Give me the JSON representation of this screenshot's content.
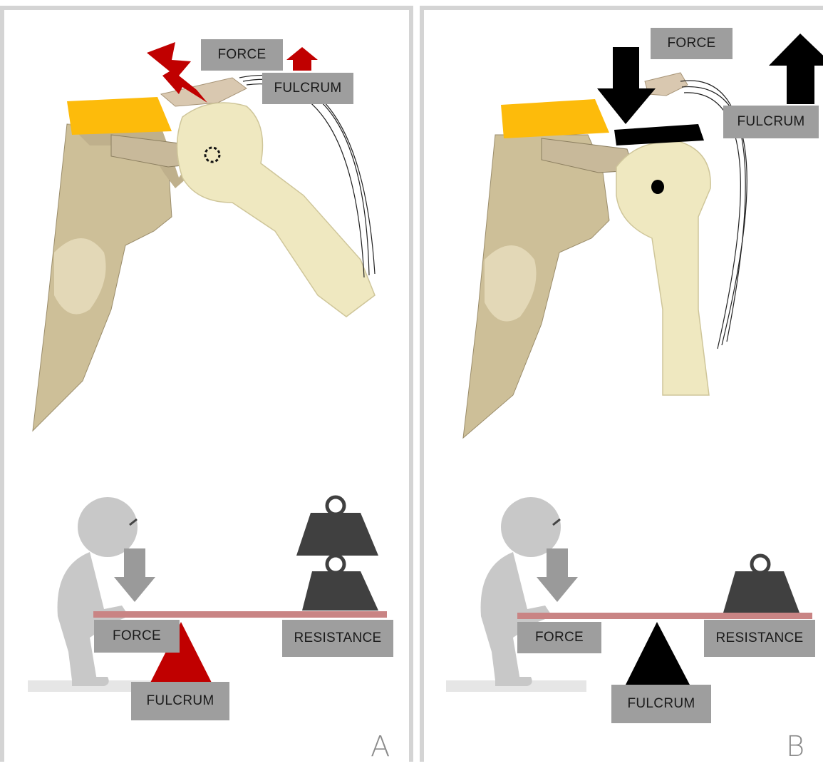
{
  "panels": [
    {
      "id": "A",
      "letter": "A",
      "top_labels": {
        "force": "FORCE",
        "fulcrum": "FULCRUM"
      },
      "lever_labels": {
        "force": "FORCE",
        "resistance": "RESISTANCE",
        "fulcrum": "FULCRUM"
      },
      "fulcrum_color": "#c00000",
      "arrow_color": "#c00000",
      "weights": 2
    },
    {
      "id": "B",
      "letter": "B",
      "top_labels": {
        "force": "FORCE",
        "fulcrum": "FULCRUM"
      },
      "lever_labels": {
        "force": "FORCE",
        "resistance": "RESISTANCE",
        "fulcrum": "FULCRUM"
      },
      "fulcrum_color": "#000000",
      "arrow_color": "#000000",
      "weights": 1
    }
  ],
  "colors": {
    "acromion": "#fdbb0b",
    "bone": "#efe8c0",
    "scapula": "#cdbf98",
    "beam": "#c98484",
    "figure": "#c8c8c8",
    "weight": "#404040",
    "label_bg": "#9e9e9e"
  }
}
